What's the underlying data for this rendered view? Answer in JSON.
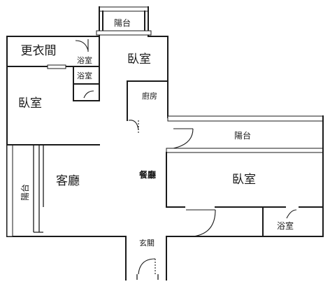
{
  "rooms": {
    "balcony_top": "陽台",
    "walk_in_closet": "更衣間",
    "bath_upper": "浴室",
    "bath_lower": "浴室",
    "bedroom_top": "臥室",
    "bedroom_left": "臥室",
    "kitchen": "廚房",
    "balcony_right": "陽台",
    "living_room": "客廳",
    "dining_room": "餐廳",
    "balcony_left": "陽台",
    "bedroom_right": "臥室",
    "bath_right": "浴室",
    "entrance": "玄關"
  }
}
